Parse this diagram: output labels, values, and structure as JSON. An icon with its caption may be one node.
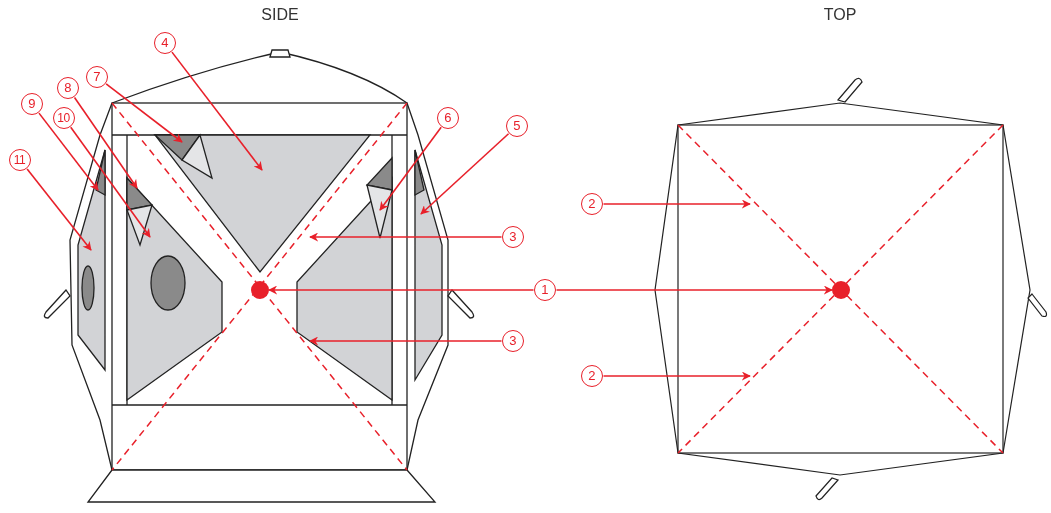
{
  "diagram": {
    "nodes": [
      {
        "text": [
          "4"
        ]
      },
      {
        "text": [
          "7"
        ]
      },
      {
        "text": [
          "8"
        ]
      },
      {
        "text": [
          "9"
        ]
      },
      {
        "text": [
          "10"
        ]
      },
      {
        "text": [
          "6"
        ]
      },
      {
        "text": [
          "5"
        ]
      },
      {
        "text": [
          "11"
        ]
      },
      {
        "text": [
          "2"
        ]
      },
      {
        "text": [
          "3"
        ]
      },
      {
        "text": [
          "1"
        ]
      },
      {
        "text": [
          "3"
        ]
      },
      {
        "text": [
          "2"
        ]
      },
      {
        "text": [],
        "shape": "circle"
      },
      {
        "text": [],
        "shape": "circle"
      }
    ],
    "edges": [
      {
        "from": 0,
        "to": null,
        "arrow": "to"
      },
      {
        "from": 1,
        "to": null,
        "arrow": "to"
      },
      {
        "from": 2,
        "to": null,
        "arrow": "to"
      },
      {
        "from": 3,
        "to": null,
        "arrow": "to"
      },
      {
        "from": 4,
        "to": null,
        "arrow": "to"
      },
      {
        "from": 5,
        "to": null,
        "arrow": "to"
      },
      {
        "from": 6,
        "to": null,
        "arrow": "to"
      },
      {
        "from": 7,
        "to": null,
        "arrow": "to"
      },
      {
        "from": 8,
        "to": null,
        "arrow": "to"
      },
      {
        "from": 9,
        "to": null,
        "arrow": "to"
      },
      {
        "from": 10,
        "to": 13,
        "arrow": "to"
      },
      {
        "from": 10,
        "to": 14,
        "arrow": "to"
      },
      {
        "from": 11,
        "to": null,
        "arrow": "to"
      },
      {
        "from": 12,
        "to": null,
        "arrow": "to"
      }
    ],
    "labels": [
      "SIDE",
      "TOP"
    ]
  }
}
